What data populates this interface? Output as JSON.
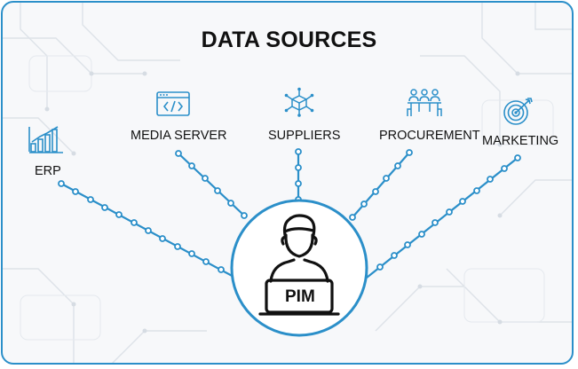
{
  "title": "DATA SOURCES",
  "center": {
    "label": "PIM",
    "icon": "person-at-laptop-icon"
  },
  "sources": [
    {
      "label": "ERP",
      "icon": "bar-chart-icon"
    },
    {
      "label": "MEDIA SERVER",
      "icon": "code-window-icon"
    },
    {
      "label": "SUPPLIERS",
      "icon": "network-box-icon"
    },
    {
      "label": "PROCUREMENT",
      "icon": "meeting-table-icon"
    },
    {
      "label": "MARKETING",
      "icon": "target-icon"
    }
  ],
  "colors": {
    "accent": "#2b8fc9",
    "text": "#111111",
    "background": "#f7f8fa"
  }
}
